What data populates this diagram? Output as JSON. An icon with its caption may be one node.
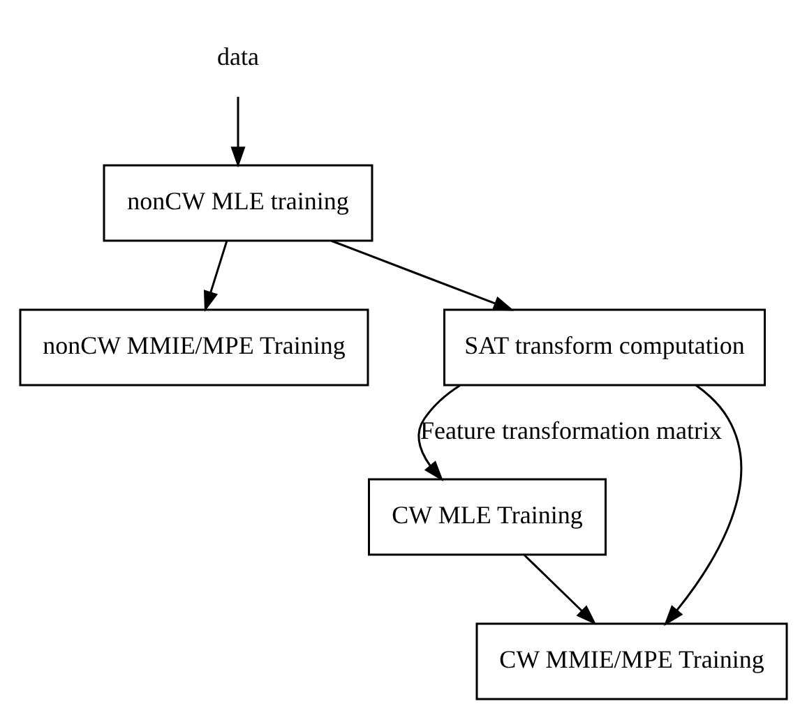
{
  "diagram": {
    "nodes": [
      {
        "text": [
          "data"
        ]
      },
      {
        "text": [
          "nonCW MLE training"
        ]
      },
      {
        "text": [
          "nonCW MMIE/MPE Training"
        ]
      },
      {
        "text": [
          "SAT transform computation"
        ]
      },
      {
        "text": [
          "CW MLE Training"
        ]
      },
      {
        "text": [
          "CW MMIE/MPE Training"
        ]
      }
    ],
    "edges": [
      {
        "from": 0,
        "to": 1,
        "arrow": "to"
      },
      {
        "from": 1,
        "to": 2,
        "arrow": "to"
      },
      {
        "from": 1,
        "to": 3,
        "arrow": "to"
      },
      {
        "from": 3,
        "to": 4,
        "arrow": "to",
        "label": "Feature transformation matrix"
      },
      {
        "from": 3,
        "to": 5,
        "arrow": "to"
      },
      {
        "from": 4,
        "to": 5,
        "arrow": "to"
      }
    ]
  }
}
